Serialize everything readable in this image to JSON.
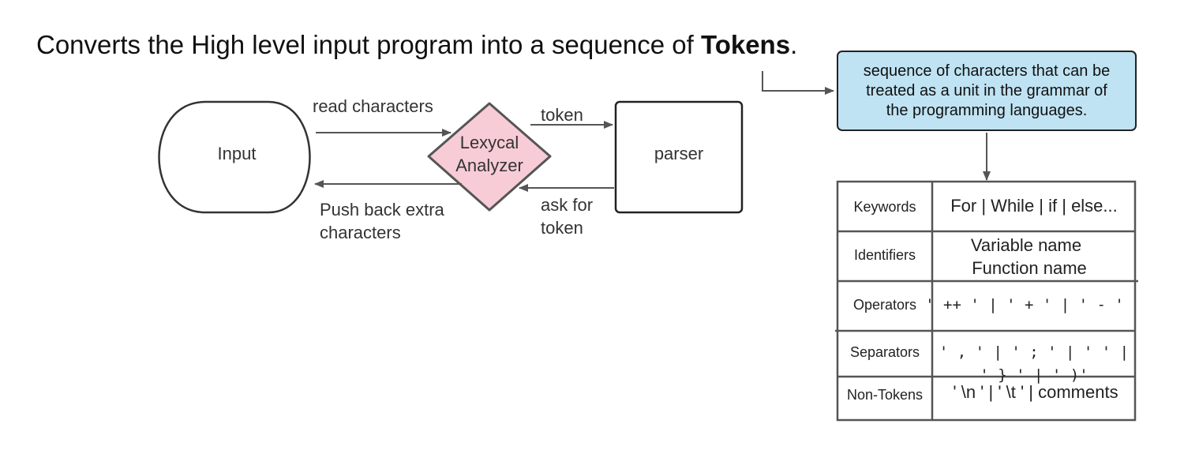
{
  "headline": {
    "prefix": "Converts the High level input program into a sequence of ",
    "bold": "Tokens",
    "suffix": "."
  },
  "flow": {
    "input_label": "Input",
    "analyzer_line1": "Lexycal",
    "analyzer_line2": "Analyzer",
    "parser_label": "parser",
    "edge_read": "read characters",
    "edge_pushback_line1": "Push back extra",
    "edge_pushback_line2": "characters",
    "edge_token": "token",
    "edge_ask_line1": "ask for",
    "edge_ask_line2": "token"
  },
  "callout": {
    "line1": "sequence of characters that can be",
    "line2": "treated as a unit in the grammar of",
    "line3": "the programming languages."
  },
  "token_table": {
    "rows": [
      {
        "category": "Keywords",
        "value_line1": "For | While | if | else...",
        "value_line2": ""
      },
      {
        "category": "Identifiers",
        "value_line1": "Variable name",
        "value_line2": "Function name"
      },
      {
        "category": "Operators",
        "value_line1": "' ++ ' | ' + ' | ' - '",
        "value_line2": ""
      },
      {
        "category": "Separators",
        "value_line1": "' , ' | ' ; ' | ' ' | ' } ' | ' )'",
        "value_line2": ""
      },
      {
        "category": "Non-Tokens",
        "value_line1": "' \\n ' | ' \\t ' | comments",
        "value_line2": ""
      }
    ]
  },
  "colors": {
    "analyzer_fill": "#f7ccd6",
    "callout_fill": "#bfe3f3",
    "stroke": "#333333",
    "arrow": "#555555"
  }
}
